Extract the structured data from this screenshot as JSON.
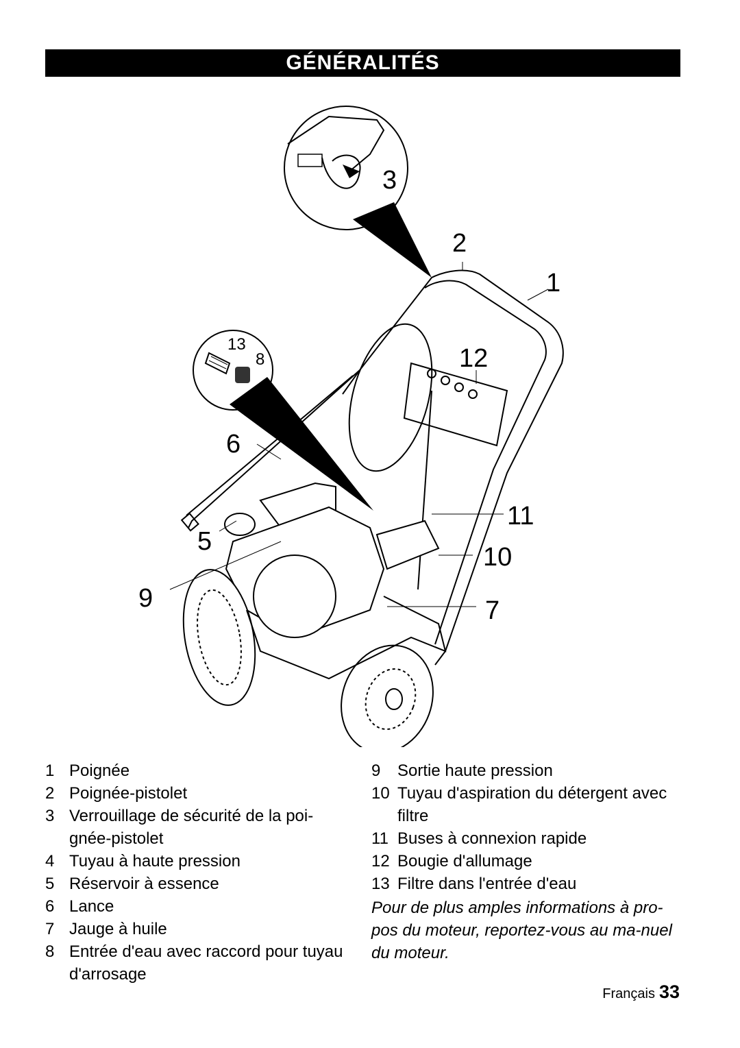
{
  "header": {
    "title": "GÉNÉRALITÉS"
  },
  "figure": {
    "callouts": [
      "1",
      "2",
      "3",
      "5",
      "6",
      "7",
      "8",
      "9",
      "10",
      "11",
      "12",
      "13"
    ]
  },
  "legend_left": [
    {
      "num": "1",
      "text": "Poignée"
    },
    {
      "num": "2",
      "text": "Poignée-pistolet"
    },
    {
      "num": "3",
      "text": "Verrouillage de sécurité de la poi-gnée-pistolet"
    },
    {
      "num": "4",
      "text": "Tuyau à haute pression"
    },
    {
      "num": "5",
      "text": "Réservoir à essence"
    },
    {
      "num": "6",
      "text": "Lance"
    },
    {
      "num": "7",
      "text": "Jauge à huile"
    },
    {
      "num": "8",
      "text": "Entrée d'eau avec raccord pour tuyau d'arrosage"
    }
  ],
  "legend_right": [
    {
      "num": "9",
      "text": "Sortie haute pression"
    },
    {
      "num": "10",
      "text": "Tuyau d'aspiration du détergent avec filtre"
    },
    {
      "num": "11",
      "text": "Buses à connexion rapide"
    },
    {
      "num": "12",
      "text": "Bougie d'allumage"
    },
    {
      "num": "13",
      "text": "Filtre dans l'entrée d'eau"
    }
  ],
  "note": "Pour de plus amples informations à pro-pos du moteur, reportez-vous au ma-nuel du moteur.",
  "footer": {
    "language": "Français",
    "page": "33"
  }
}
